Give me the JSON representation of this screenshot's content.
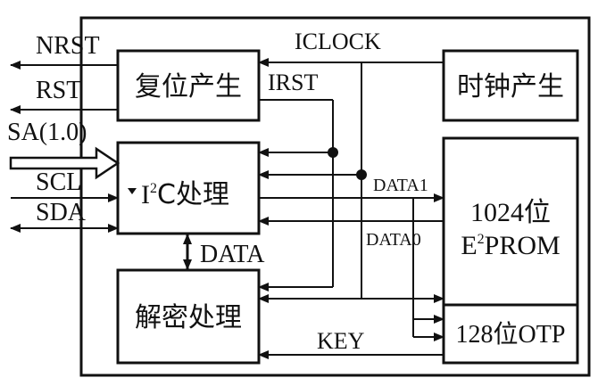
{
  "blocks": {
    "reset": "复位产生",
    "clock": "时钟产生",
    "i2c_main": "C处理",
    "i2c_prefix": "I",
    "i2c_sup": "2",
    "decrypt": "解密处理",
    "eeprom_line1": "1024位",
    "eeprom_e": "E",
    "eeprom_sup": "2",
    "eeprom_rest": "PROM",
    "otp": "128位OTP"
  },
  "signals": {
    "nrst": "NRST",
    "rst": "RST",
    "sa": "SA(1.0)",
    "scl": "SCL",
    "sda": "SDA",
    "iclock": "ICLOCK",
    "irst": "IRST",
    "data1": "DATA1",
    "data0": "DATA0",
    "data": "DATA",
    "key": "KEY"
  }
}
